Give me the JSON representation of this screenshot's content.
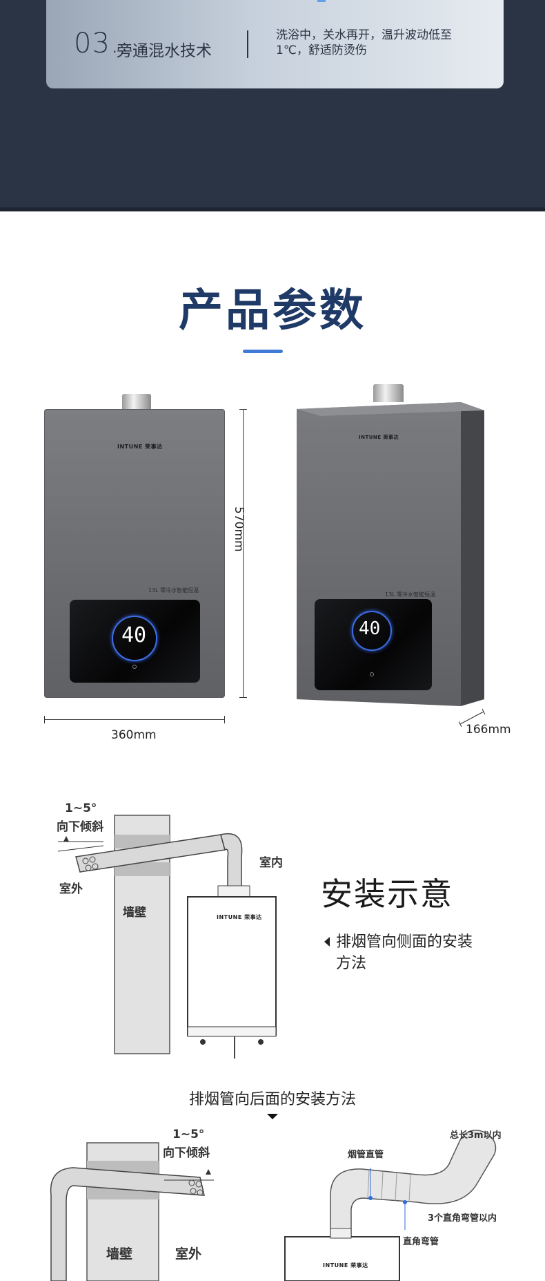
{
  "feature": {
    "number": "03.",
    "title": "旁通混水技术",
    "description": "洗浴中，关水再开，温升波动低至1℃，舒适防烫伤"
  },
  "section": {
    "title": "产品参数"
  },
  "product": {
    "brand": "INTUNE",
    "brand_cn": "荣事达",
    "model_label": "13L 零冷水智能恒温",
    "temperature_display": "40",
    "dimensions": {
      "height": "570mm",
      "width": "360mm",
      "depth": "166mm"
    }
  },
  "install_side": {
    "title": "安装示意",
    "subtitle": "排烟管向侧面的安装方法",
    "labels": {
      "angle": "1~5°",
      "tilt": "向下倾斜",
      "indoor": "室内",
      "outdoor": "室外",
      "wall": "墙壁"
    }
  },
  "install_back": {
    "caption": "排烟管向后面的安装方法",
    "labels": {
      "angle": "1~5°",
      "tilt": "向下倾斜",
      "wall": "墙壁",
      "outdoor": "室外",
      "straight_pipe": "烟管直管",
      "total_length": "总长3m以内",
      "elbow_limit": "3个直角弯管以内",
      "elbow": "直角弯管"
    }
  },
  "colors": {
    "top_band": "#2b3444",
    "heading": "#1f3a66",
    "accent_bar": "#3f7ad6",
    "heater_body": "#6c6d71",
    "display_ring": "#3e6fe8"
  }
}
